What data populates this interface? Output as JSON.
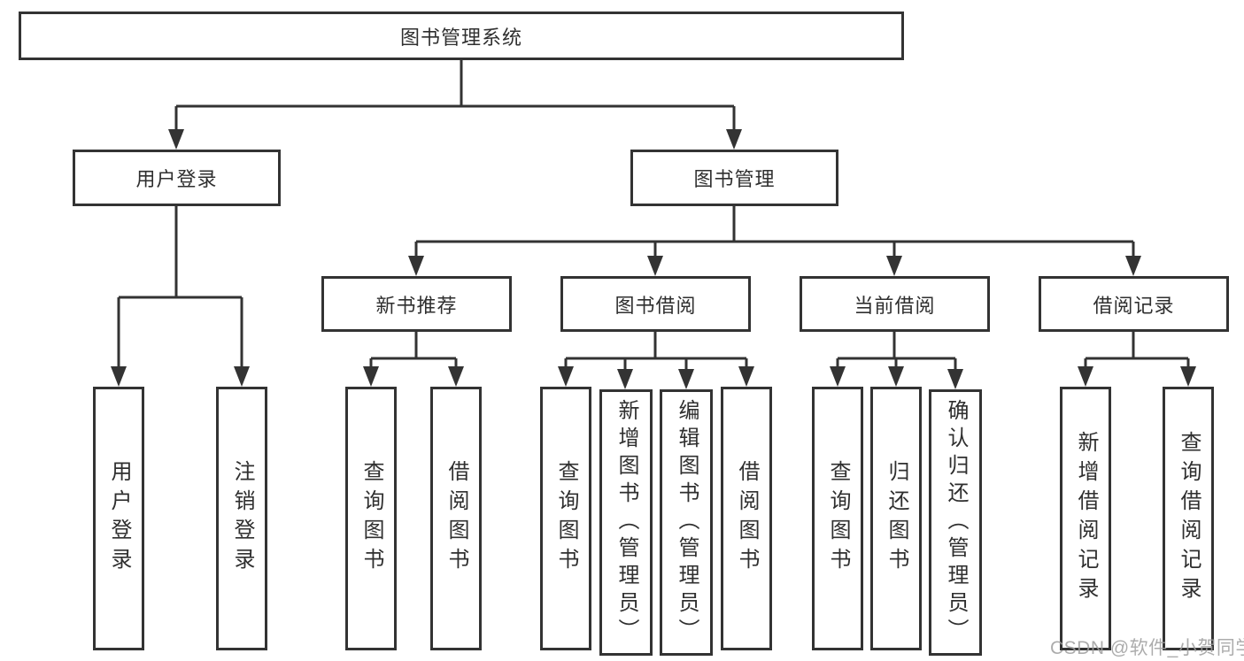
{
  "diagram": {
    "root_label": "图书管理系统",
    "branches": [
      {
        "label": "用户登录",
        "children": [
          "用户登录",
          "注销登录"
        ]
      },
      {
        "label": "图书管理",
        "groups": [
          {
            "label": "新书推荐",
            "children": [
              "查询图书",
              "借阅图书"
            ]
          },
          {
            "label": "图书借阅",
            "children": [
              "查询图书",
              "新增图书（管理员）",
              "编辑图书（管理员）",
              "借阅图书"
            ]
          },
          {
            "label": "当前借阅",
            "children": [
              "查询图书",
              "归还图书",
              "确认归还（管理员）"
            ]
          },
          {
            "label": "借阅记录",
            "children": [
              "新增借阅记录",
              "查询借阅记录"
            ]
          }
        ]
      }
    ]
  },
  "watermark": "CSDN @软件_小贺同学",
  "colors": {
    "line": "#333333",
    "text": "#2f2f2f",
    "watermark": "#9e9e9e",
    "background": "#ffffff"
  }
}
